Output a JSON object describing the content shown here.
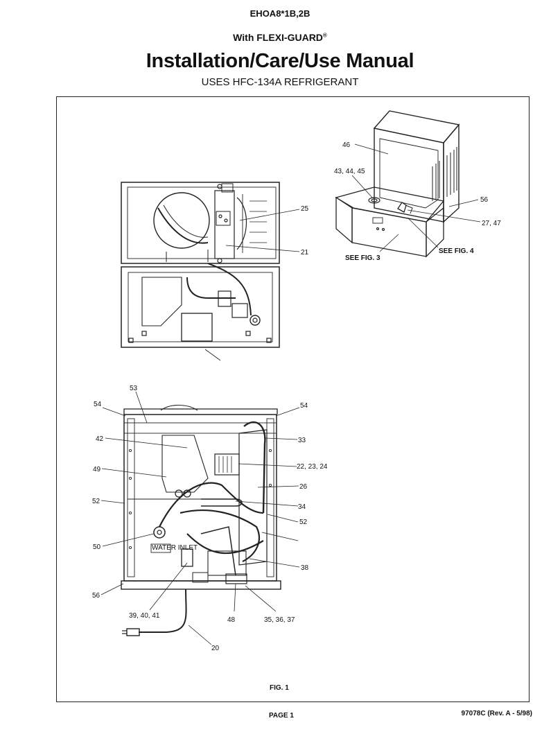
{
  "header": {
    "model": "EHOA8*1B,2B",
    "subtitle": "With FLEXI-GUARD",
    "registered_mark": "®",
    "title": "Installation/Care/Use Manual",
    "refrigerant": "USES HFC-134A REFRIGERANT"
  },
  "figure": {
    "caption": "FIG. 1",
    "top_view_callouts": [
      "25",
      "21"
    ],
    "cabinet_callouts": [
      "46",
      "43, 44, 45",
      "56",
      "27, 47"
    ],
    "see_fig_3": "SEE FIG. 3",
    "see_fig_4": "SEE FIG. 4",
    "front_view_callouts": {
      "c53": "53",
      "c54_left": "54",
      "c54_right": "54",
      "c42": "42",
      "c33": "33",
      "c22": "22, 23, 24",
      "c49": "49",
      "c26": "26",
      "c52_left": "52",
      "c34": "34",
      "c52_right": "52",
      "c50": "50",
      "c38": "38",
      "c56": "56",
      "c39": "39, 40, 41",
      "c48": "48",
      "c35": "35, 36, 37",
      "c20": "20"
    },
    "label_water_inlet": "WATER INLET"
  },
  "footer": {
    "page": "PAGE 1",
    "doc_number": "97078C (Rev. A - 5/98)"
  }
}
